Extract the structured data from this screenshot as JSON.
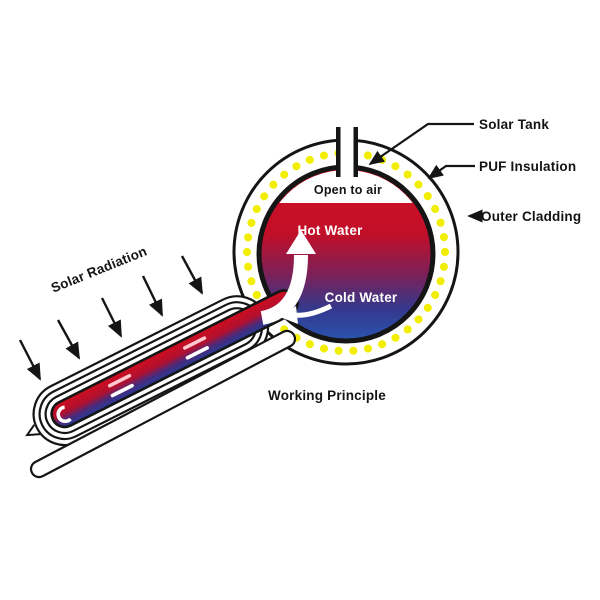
{
  "diagram": {
    "title": "Working Principle",
    "labels": {
      "solar_radiation": "Solar Radiation",
      "solar_tank": "Solar Tank",
      "puf_insulation": "PUF Insulation",
      "outer_cladding": "Outer Cladding",
      "open_to_air": "Open to air",
      "hot_water": "Hot Water",
      "cold_water": "Cold Water"
    },
    "components": {
      "tank": "solar storage tank with vent pipe open to air",
      "collector": "evacuated tube collector angled down-left",
      "radiation_arrow_count": 5,
      "flow": "cold water sinks into tube, heated water rises into tank"
    },
    "colors": {
      "hot_red": "#cf0d1e",
      "cold_blue": "#2a49a5",
      "mid_purple": "#7c2158",
      "insulation_yellow": "#f2ee00",
      "outline_black": "#151515",
      "background": "#ffffff"
    }
  }
}
